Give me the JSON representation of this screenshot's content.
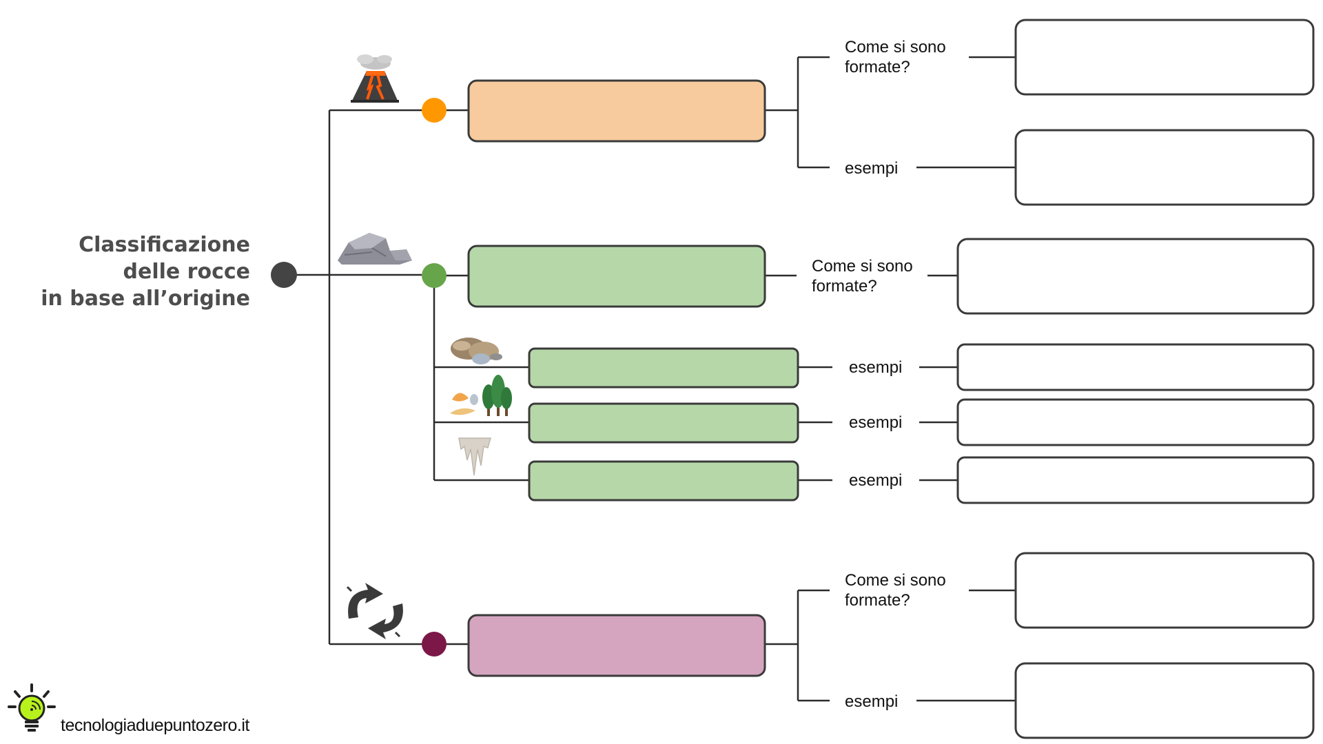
{
  "title": {
    "line1": "Classificazione",
    "line2": "delle rocce",
    "line3": "in base all’origine"
  },
  "labels": {
    "how_formed_1": "Come si sono",
    "how_formed_2": "formate?",
    "examples": "esempi"
  },
  "colors": {
    "magmatic": "#f7cb9d",
    "sedimentary": "#b6d8a9",
    "metamorphic": "#d5a5c0",
    "dot_root": "#444444",
    "dot_magmatic": "#ff9800",
    "dot_sedimentary": "#67a54a",
    "dot_metamorphic": "#7b1848"
  },
  "icons": {
    "magmatic": "volcano-icon",
    "sedimentary": "rocks-icon",
    "clastic": "pebbles-icon",
    "organic": "shells-and-trees-icon",
    "chemical": "stalactites-icon",
    "metamorphic": "cycle-arrows-icon",
    "brand": "lightbulb-icon"
  },
  "footer": {
    "site": "tecnologiaduepuntozero.it"
  }
}
